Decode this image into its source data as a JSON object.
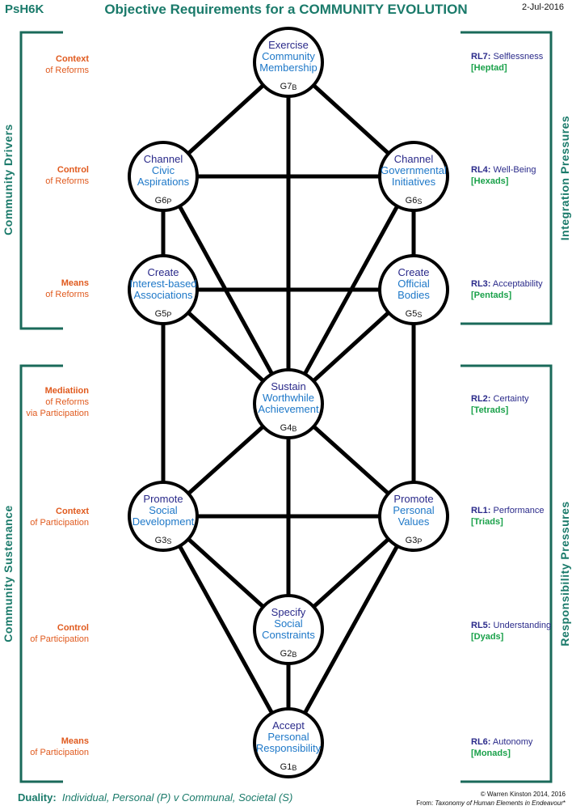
{
  "header": {
    "code": "PsH6K",
    "title": "Objective Requirements for a COMMUNITY EVOLUTION",
    "date": "2-Jul-2016"
  },
  "left_groups": [
    {
      "label": "Community  Drivers"
    },
    {
      "label": "Community  Sustenance"
    }
  ],
  "right_groups": [
    {
      "label": "Integration  Pressures"
    },
    {
      "label": "Responsibility  Pressures"
    }
  ],
  "left_labels": [
    {
      "line1": "Context",
      "line2": "of Reforms",
      "line3": ""
    },
    {
      "line1": "Control",
      "line2": "of Reforms",
      "line3": ""
    },
    {
      "line1": "Means",
      "line2": "of Reforms",
      "line3": ""
    },
    {
      "line1": "Mediatiion",
      "line2": "of Reforms",
      "line3": "via Participation"
    },
    {
      "line1": "Context",
      "line2": "of Participation",
      "line3": ""
    },
    {
      "line1": "Control",
      "line2": "of Participation",
      "line3": ""
    },
    {
      "line1": "Means",
      "line2": "of Participation",
      "line3": ""
    }
  ],
  "right_labels": [
    {
      "code": "RL7:",
      "name": "Selflessness",
      "group": "[Heptad]"
    },
    {
      "code": "RL4:",
      "name": "Well-Being",
      "group": "[Hexads]"
    },
    {
      "code": "RL3:",
      "name": "Acceptability",
      "group": "[Pentads]"
    },
    {
      "code": "RL2:",
      "name": "Certainty",
      "group": "[Tetrads]"
    },
    {
      "code": "RL1:",
      "name": "Performance",
      "group": "[Triads]"
    },
    {
      "code": "RL5:",
      "name": "Understanding",
      "group": "[Dyads]"
    },
    {
      "code": "RL6:",
      "name": "Autonomy",
      "group": "[Monads]"
    }
  ],
  "nodes": [
    {
      "id": "G7B",
      "lines": [
        "Exercise",
        "Community",
        "Membership"
      ],
      "code": "G7",
      "sub": "B"
    },
    {
      "id": "G6P",
      "lines": [
        "Channel",
        "Civic",
        "Aspirations"
      ],
      "code": "G6",
      "sub": "P"
    },
    {
      "id": "G6S",
      "lines": [
        "Channel",
        "Governmental",
        "Initiatives"
      ],
      "code": "G6",
      "sub": "S"
    },
    {
      "id": "G5P",
      "lines": [
        "Create",
        "Interest-based",
        "Associations"
      ],
      "code": "G5",
      "sub": "P"
    },
    {
      "id": "G5S",
      "lines": [
        "Create",
        "Official",
        "Bodies"
      ],
      "code": "G5",
      "sub": "S"
    },
    {
      "id": "G4B",
      "lines": [
        "Sustain",
        "Worthwhile",
        "Achievement"
      ],
      "code": "G4",
      "sub": "B"
    },
    {
      "id": "G3S",
      "lines": [
        "Promote",
        "Social",
        "Development"
      ],
      "code": "G3",
      "sub": "S"
    },
    {
      "id": "G3P",
      "lines": [
        "Promote",
        "Personal",
        "Values"
      ],
      "code": "G3",
      "sub": "P"
    },
    {
      "id": "G2B",
      "lines": [
        "Specify",
        "Social",
        "Constraints"
      ],
      "code": "G2",
      "sub": "B"
    },
    {
      "id": "G1B",
      "lines": [
        "Accept",
        "Personal",
        "Responsibility"
      ],
      "code": "G1",
      "sub": "B"
    }
  ],
  "edges": [
    [
      "G7B",
      "G6P"
    ],
    [
      "G7B",
      "G6S"
    ],
    [
      "G7B",
      "G4B"
    ],
    [
      "G6P",
      "G6S"
    ],
    [
      "G6P",
      "G5P"
    ],
    [
      "G6P",
      "G4B"
    ],
    [
      "G6S",
      "G5S"
    ],
    [
      "G6S",
      "G4B"
    ],
    [
      "G5P",
      "G5S"
    ],
    [
      "G5P",
      "G4B"
    ],
    [
      "G5P",
      "G3S"
    ],
    [
      "G5S",
      "G4B"
    ],
    [
      "G5S",
      "G3P"
    ],
    [
      "G4B",
      "G3S"
    ],
    [
      "G4B",
      "G3P"
    ],
    [
      "G4B",
      "G2B"
    ],
    [
      "G3S",
      "G3P"
    ],
    [
      "G3S",
      "G2B"
    ],
    [
      "G3S",
      "G1B"
    ],
    [
      "G3P",
      "G2B"
    ],
    [
      "G3P",
      "G1B"
    ],
    [
      "G2B",
      "G1B"
    ]
  ],
  "colors": {
    "teal": "#1a7a6a",
    "orange": "#e05a1e",
    "navy": "#2a2a8a",
    "blue": "#1e78c8",
    "green": "#1aa14a"
  },
  "footer": {
    "duality_label": "Duality:",
    "duality_text": "Individual, Personal (P)  v  Communal, Societal (S)",
    "copyright": "© Warren Kinston 2014, 2016",
    "source_prefix": "From: ",
    "source_title": "Taxonomy of Human Elements in Endeavour",
    "source_mark": "*"
  }
}
